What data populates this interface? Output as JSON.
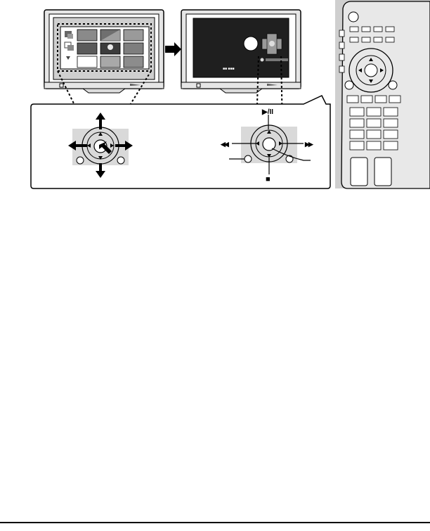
{
  "tv_left": {
    "thumbnails": 9,
    "side_icons": [
      "slideshow-icon",
      "copy-icon",
      "scroll-down-icon"
    ]
  },
  "tv_right": {
    "brand_text": "■■ ■■■"
  },
  "arrow_between_tvs": "right-arrow-icon",
  "playback_labels": {
    "play_pause": "▶/II",
    "rewind": "◀◀",
    "fast_forward": "▶▶",
    "stop": "■"
  },
  "remote": {
    "top_power": "power-icon",
    "button_rows": 4
  },
  "colors": {
    "stroke": "#000000",
    "panel_gray": "#d9d9d9",
    "screen_dark": "#1a1a1a",
    "frame_gray": "#bdbdbd"
  }
}
